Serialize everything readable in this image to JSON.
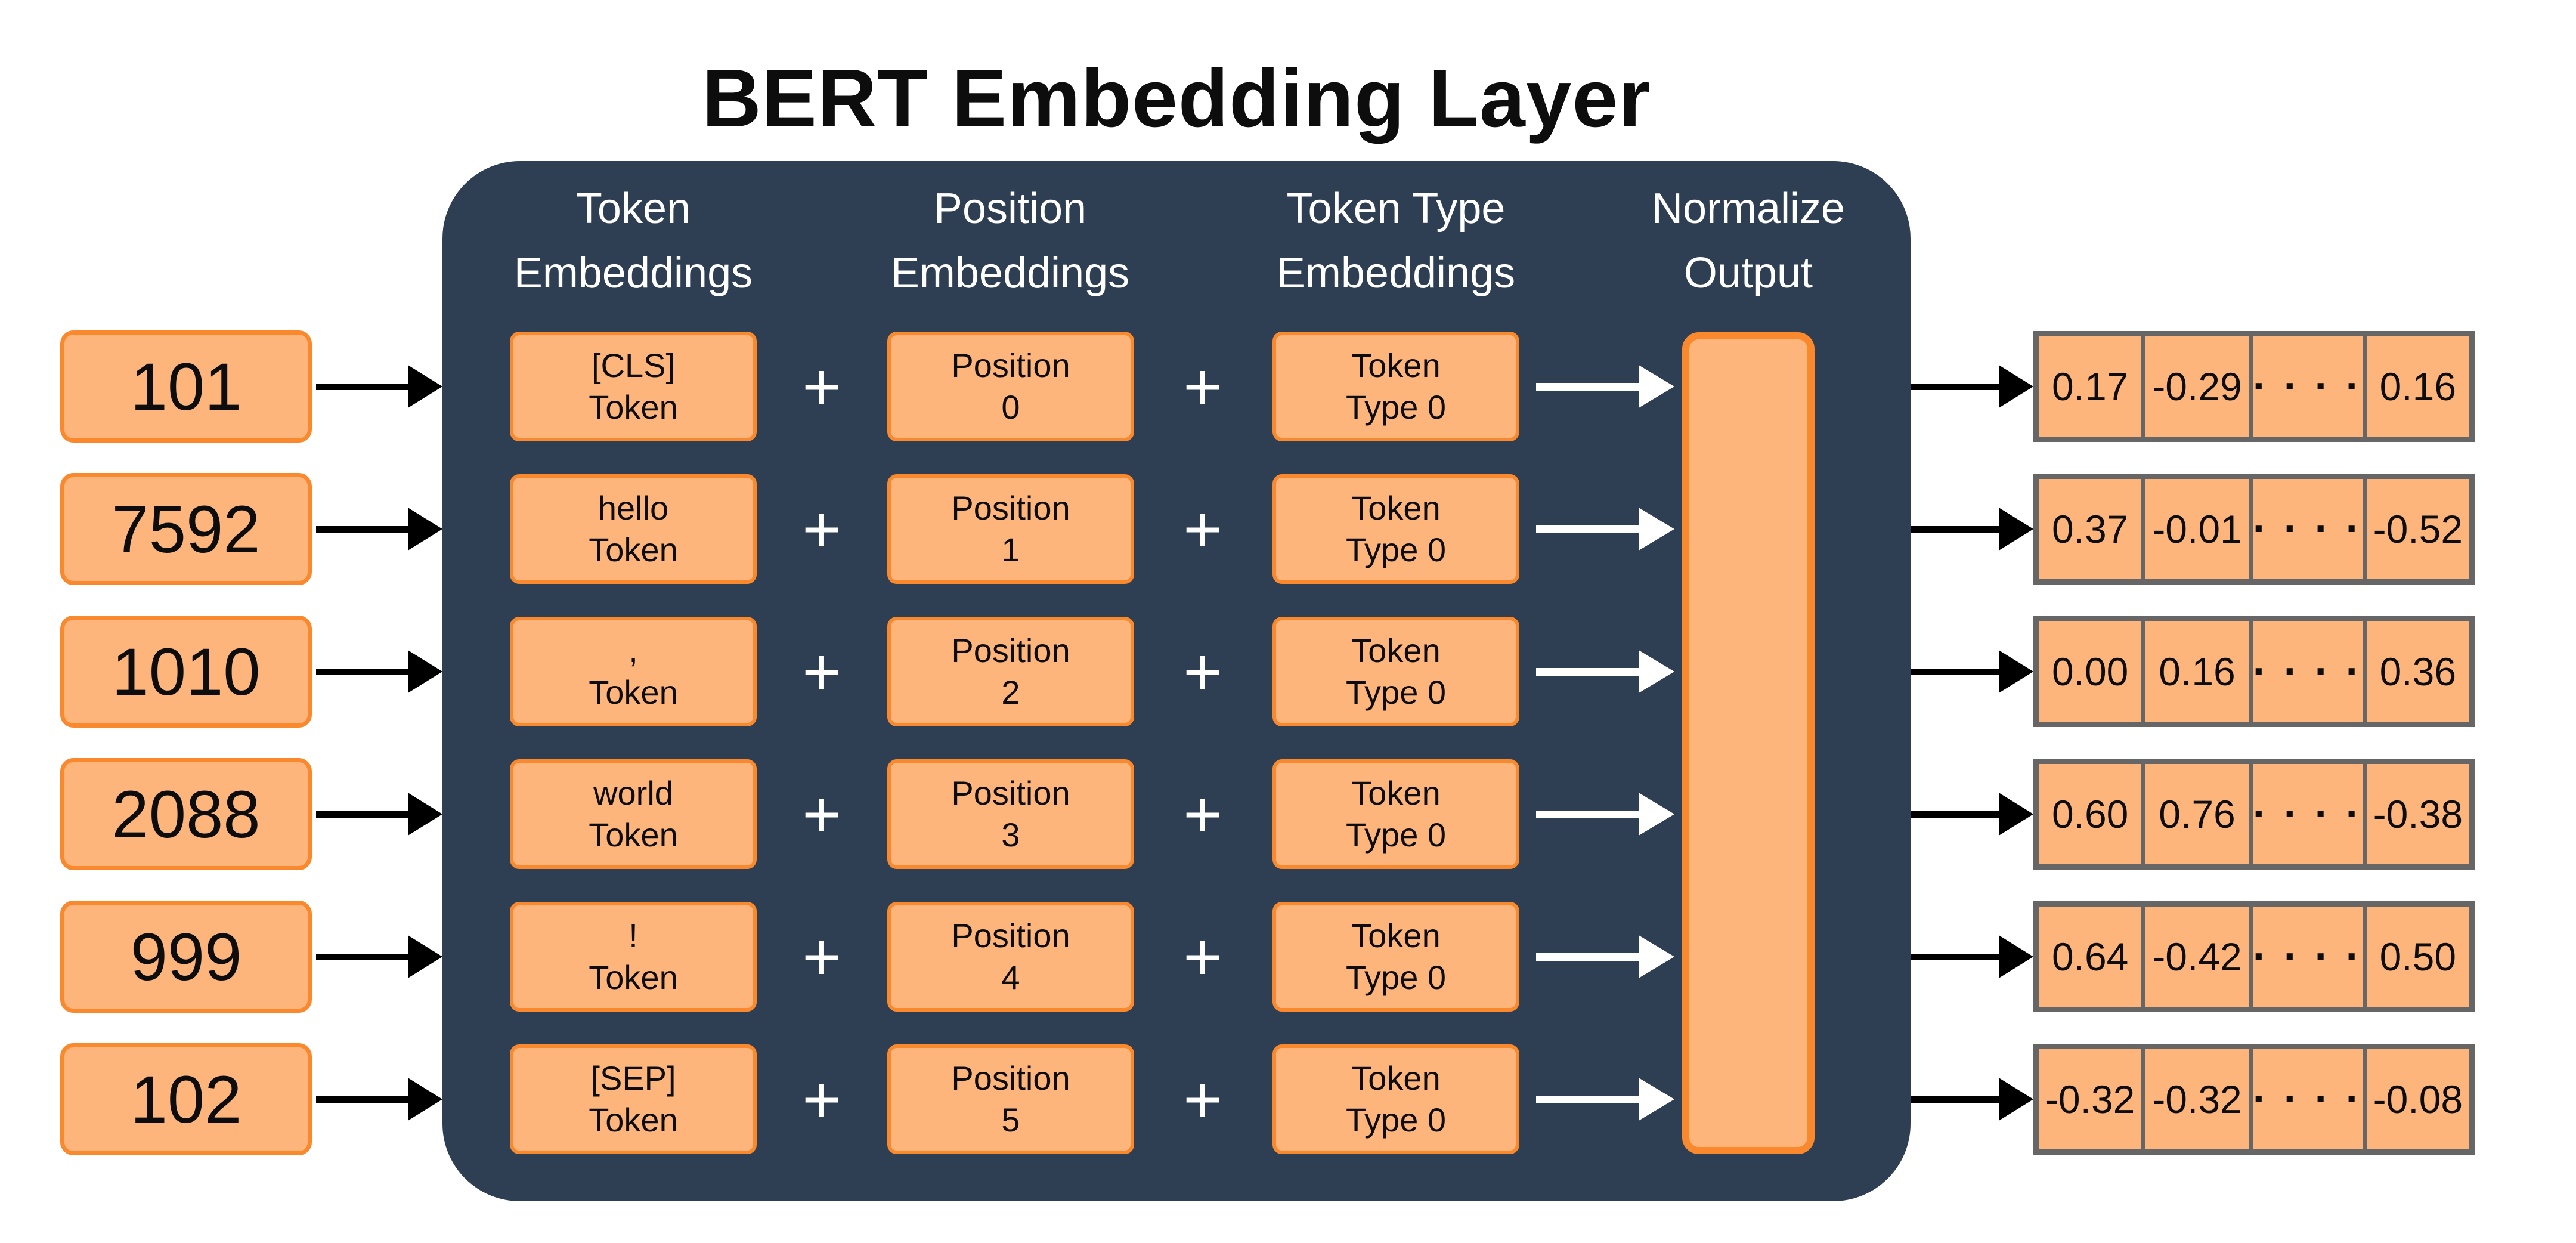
{
  "title": "BERT Embedding Layer",
  "panel": {
    "headers": [
      {
        "line1": "Token",
        "line2": "Embeddings"
      },
      {
        "line1": "Position",
        "line2": "Embeddings"
      },
      {
        "line1": "Token Type",
        "line2": "Embeddings"
      },
      {
        "line1": "Normalize",
        "line2": "Output"
      }
    ],
    "plus": "+"
  },
  "rows": [
    {
      "input_id": "101",
      "token": [
        "[CLS]",
        "Token"
      ],
      "position": [
        "Position",
        "0"
      ],
      "type": [
        "Token",
        "Type 0"
      ],
      "output": [
        "0.17",
        "-0.29",
        "· · · ·",
        "0.16"
      ]
    },
    {
      "input_id": "7592",
      "token": [
        "hello",
        "Token"
      ],
      "position": [
        "Position",
        "1"
      ],
      "type": [
        "Token",
        "Type 0"
      ],
      "output": [
        "0.37",
        "-0.01",
        "· · · ·",
        "-0.52"
      ]
    },
    {
      "input_id": "1010",
      "token": [
        ",",
        "Token"
      ],
      "position": [
        "Position",
        "2"
      ],
      "type": [
        "Token",
        "Type 0"
      ],
      "output": [
        "0.00",
        "0.16",
        "· · · ·",
        "0.36"
      ]
    },
    {
      "input_id": "2088",
      "token": [
        "world",
        "Token"
      ],
      "position": [
        "Position",
        "3"
      ],
      "type": [
        "Token",
        "Type 0"
      ],
      "output": [
        "0.60",
        "0.76",
        "· · · ·",
        "-0.38"
      ]
    },
    {
      "input_id": "999",
      "token": [
        "!",
        "Token"
      ],
      "position": [
        "Position",
        "4"
      ],
      "type": [
        "Token",
        "Type 0"
      ],
      "output": [
        "0.64",
        "-0.42",
        "· · · ·",
        "0.50"
      ]
    },
    {
      "input_id": "102",
      "token": [
        "[SEP]",
        "Token"
      ],
      "position": [
        "Position",
        "5"
      ],
      "type": [
        "Token",
        "Type 0"
      ],
      "output": [
        "-0.32",
        "-0.32",
        "· · · ·",
        "-0.08"
      ]
    }
  ],
  "colors": {
    "panel_background": "#2f3f53",
    "box_fill": "#fdb57c",
    "box_border": "#f9892c",
    "output_grid_border": "#666666",
    "arrow_inside_panel": "#ffffff",
    "arrow_outside_panel": "#000000",
    "header_text": "#ffffff",
    "title_text": "#0d0d0d"
  }
}
